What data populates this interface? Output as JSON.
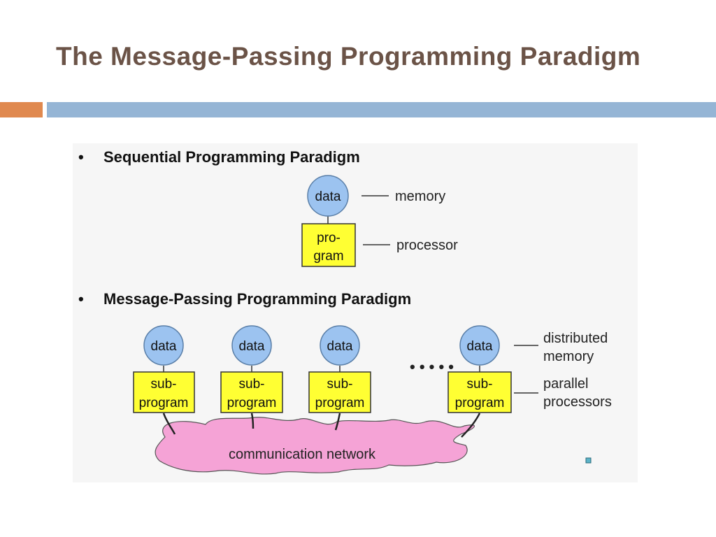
{
  "slide": {
    "title": "The Message-Passing Programming Paradigm",
    "colors": {
      "title": "#6b5347",
      "band_orange": "#e0894f",
      "band_blue": "#95b5d5"
    }
  },
  "diagram": {
    "bullet": "•",
    "sequential": {
      "heading": "Sequential Programming Paradigm",
      "data_label": "data",
      "program_line1": "pro-",
      "program_line2": "gram",
      "memory_label": "memory",
      "processor_label": "processor"
    },
    "message_passing": {
      "heading": "Message-Passing Programming Paradigm",
      "data_label": "data",
      "subprogram_line1": "sub-",
      "subprogram_line2": "program",
      "ellipsis": "• • • • •",
      "distributed_line1": "distributed",
      "distributed_line2": "memory",
      "parallel_line1": "parallel",
      "parallel_line2": "processors",
      "network_label": "communication network"
    },
    "colors": {
      "data_circle": "#9cc3f0",
      "program_box": "#ffff33",
      "network": "#f5a3d6",
      "outline": "#333333"
    }
  }
}
